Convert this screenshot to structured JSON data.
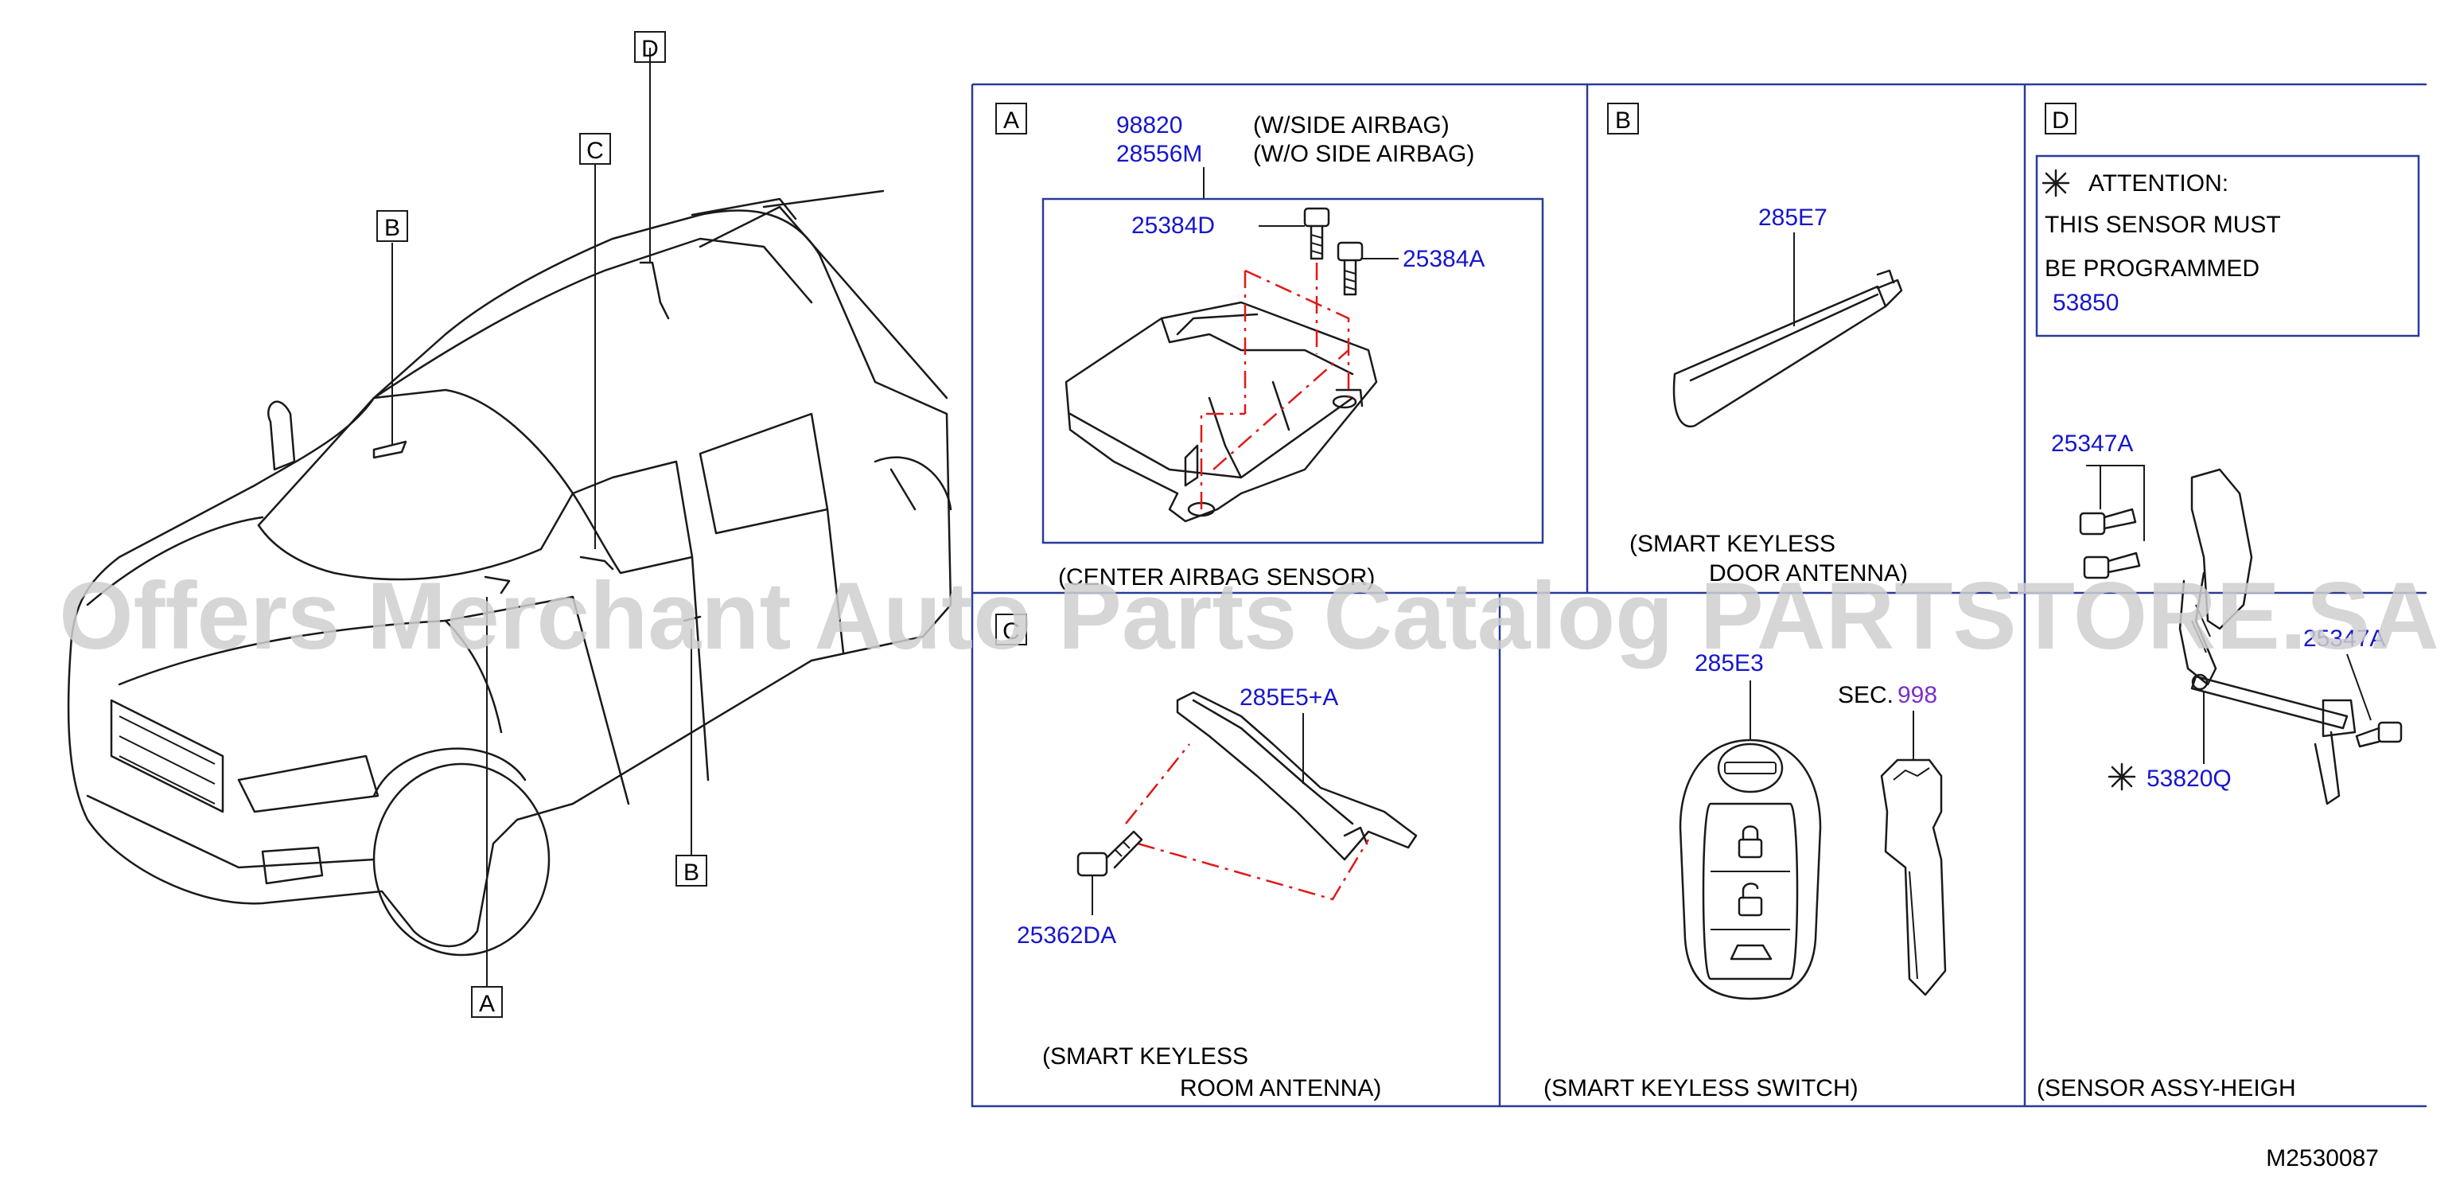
{
  "overview": {
    "callouts": [
      "A",
      "B",
      "B",
      "C",
      "D"
    ]
  },
  "panels": {
    "A": {
      "letter": "A",
      "part_top_1": "98820",
      "note_top_1": "(W/SIDE  AIRBAG)",
      "part_top_2": "28556M",
      "note_top_2": "(W/O  SIDE  AIRBAG)",
      "bolt_1": "25384D",
      "bolt_2": "25384A",
      "caption": "(CENTER  AIRBAG  SENSOR)"
    },
    "B": {
      "letter": "B",
      "part": "285E7",
      "caption_1": "(SMART  KEYLESS",
      "caption_2": "DOOR  ANTENNA)"
    },
    "C": {
      "letter": "C",
      "part": "285E5+A",
      "bolt": "25362DA",
      "caption_1": "(SMART  KEYLESS",
      "caption_2": "ROOM  ANTENNA)"
    },
    "switch": {
      "part": "285E3",
      "sec_label": "SEC.",
      "sec_number": "998",
      "caption": "(SMART  KEYLESS  SWITCH)"
    },
    "D": {
      "letter": "D",
      "attention_title": "ATTENTION:",
      "attention_line_1": "THIS  SENSOR  MUST",
      "attention_line_2": "BE  PROGRAMMED",
      "attention_part": "53850",
      "bolt_1": "25347A",
      "bolt_2": "25347A",
      "sensor": "53820Q",
      "caption": "(SENSOR  ASSY-HEIGH"
    }
  },
  "diagram_code": "M2530087",
  "watermark": "Offers Merchant Auto Parts Catalog PARTSTORE.SA",
  "colors": {
    "part_number": "#1616cc",
    "section_ref": "#7b2fc9",
    "frame": "#2a3b9a",
    "guide_line": "#e01818"
  }
}
